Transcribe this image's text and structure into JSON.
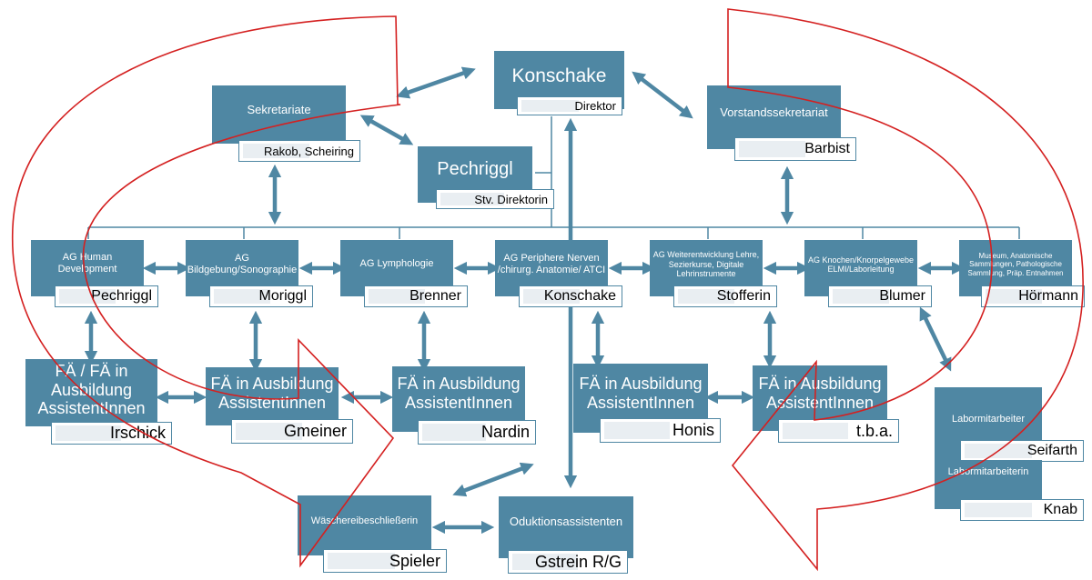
{
  "colors": {
    "box": "#4f87a3",
    "arrow": "#4f87a3",
    "cycle": "#d42020"
  },
  "top": {
    "director": {
      "title": "Konschake",
      "role": "Direktor"
    },
    "deputy": {
      "title": "Pechriggl",
      "role": "Stv. Direktorin"
    },
    "secretariats": {
      "title": "Sekretariate",
      "names": "Rakob, Scheiring"
    },
    "board_secretariat": {
      "title": "Vorstandssekretariat",
      "names": "Barbist"
    }
  },
  "groups": [
    {
      "title": "AG Human Development",
      "lead": "Pechriggl"
    },
    {
      "title": "AG Bildgebung/Sonographie",
      "lead": "Moriggl"
    },
    {
      "title": "AG Lymphologie",
      "lead": "Brenner"
    },
    {
      "title": "AG Periphere Nerven /chirurg. Anatomie/ ATCI",
      "lead": "Konschake"
    },
    {
      "title": "AG Weiterentwicklung Lehre, Sezierkurse, Digitale Lehrinstrumente",
      "lead": "Stofferin"
    },
    {
      "title": "AG Knochen/Knorpelgewebe ELMI/Laborleitung",
      "lead": "Blumer"
    },
    {
      "title": "Museum, Anatomische Sammlungen, Pathologische Sammlung, Präp. Entnahmen",
      "lead": "Hörmann"
    }
  ],
  "staff": [
    {
      "title": "FÄ / FÄ in Ausbildung AssistentInnen",
      "name": "Irschick"
    },
    {
      "title": "FÄ in Ausbildung AssistentInnen",
      "name": "Gmeiner"
    },
    {
      "title": "FÄ in Ausbildung AssistentInnen",
      "name": "Nardin"
    },
    {
      "title": "FÄ in Ausbildung AssistentInnen",
      "name": "Honis"
    },
    {
      "title": "FÄ in Ausbildung AssistentInnen",
      "name": "t.b.a."
    }
  ],
  "lab": [
    {
      "title": "Labormitarbeiter",
      "name": "Seifarth"
    },
    {
      "title": "Labormitarbeiterin",
      "name": "Knab"
    }
  ],
  "bottom": {
    "laundry": {
      "title": "Wäschereibeschließerin",
      "name": "Spieler"
    },
    "autopsy": {
      "title": "Oduktionsassistenten",
      "name": "Gstrein R/G"
    }
  }
}
